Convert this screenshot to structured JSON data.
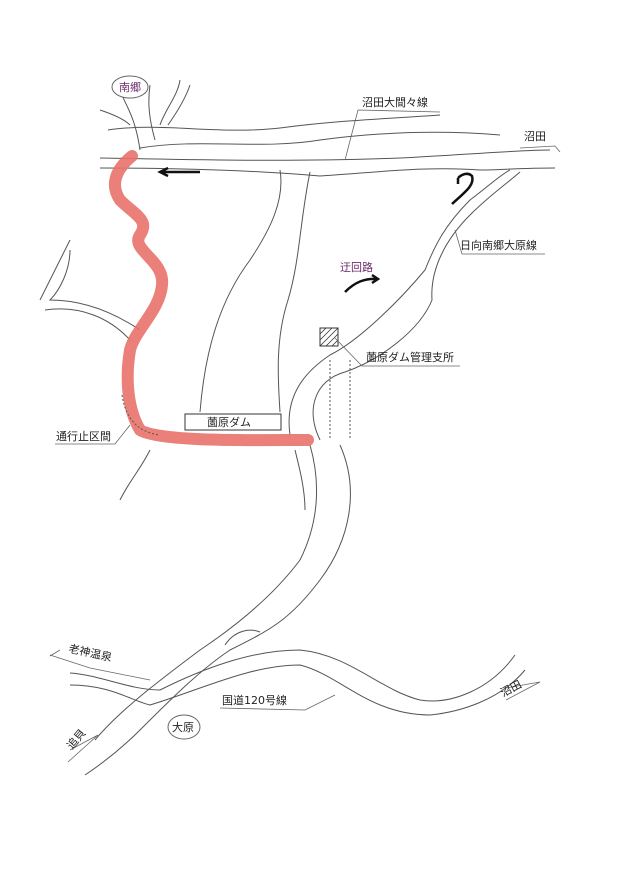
{
  "map": {
    "labels": {
      "nango": "南郷",
      "numata_omama_line": "沼田大間々線",
      "numata_top": "沼田",
      "hinata_nango_ohara_line": "日向南郷大原線",
      "detour": "迂回路",
      "sonohara_dam_office": "薗原ダム管理支所",
      "sonohara_dam": "薗原ダム",
      "closed_section": "通行止区間",
      "oigami_onsen": "老神温泉",
      "route_120": "国道120号線",
      "numata_bottom": "沼田",
      "oikai": "追貝",
      "ohara": "大原"
    },
    "colors": {
      "closed_route": "#e8726a",
      "place_label": "#6a2a6a",
      "road": "#555555"
    }
  }
}
